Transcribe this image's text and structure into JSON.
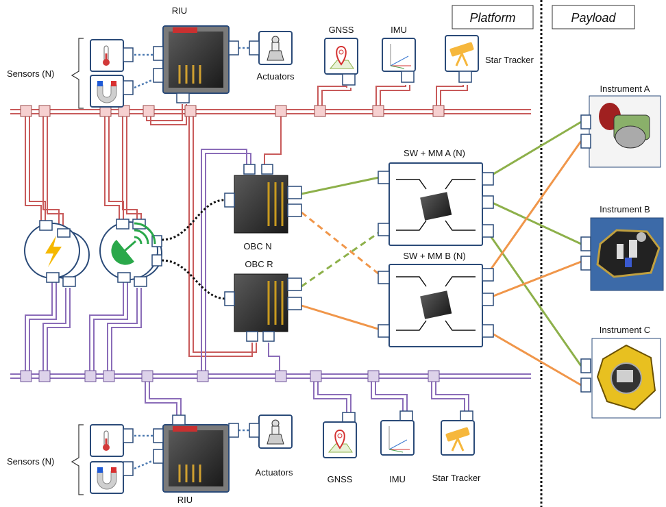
{
  "headers": {
    "platform": "Platform",
    "payload": "Payload"
  },
  "labels": {
    "riu_top": "RIU",
    "riu_bottom": "RIU",
    "sensors_top": "Sensors (N)",
    "sensors_bottom": "Sensors (N)",
    "actuators_top": "Actuators",
    "actuators_bottom": "Actuators",
    "gnss_top": "GNSS",
    "imu_top": "IMU",
    "star_tracker_top": "Star Tracker",
    "gnss_bottom": "GNSS",
    "imu_bottom": "IMU",
    "star_tracker_bottom": "Star Tracker",
    "obc_n": "OBC N",
    "obc_r": "OBC R",
    "sw_mm_a": "SW + MM A (N)",
    "sw_mm_b": "SW + MM B (N)",
    "instrument_a": "Instrument A",
    "instrument_b": "Instrument B",
    "instrument_c": "Instrument C"
  },
  "colors": {
    "red_bus": "#c85a5a",
    "purple_bus": "#8a6cb8",
    "link_green": "#8db04a",
    "link_orange": "#f0964a",
    "block_border": "#2a4a78",
    "power_icon": "#f5b800",
    "antenna_icon": "#2aa84a"
  },
  "icons": {
    "thermometer": "thermometer-icon",
    "magnet": "magnet-icon",
    "thruster": "thruster-icon",
    "gnss": "map-pin-icon",
    "imu": "axes-icon",
    "star_tracker": "telescope-icon",
    "power": "lightning-icon",
    "antenna": "satellite-dish-icon"
  }
}
